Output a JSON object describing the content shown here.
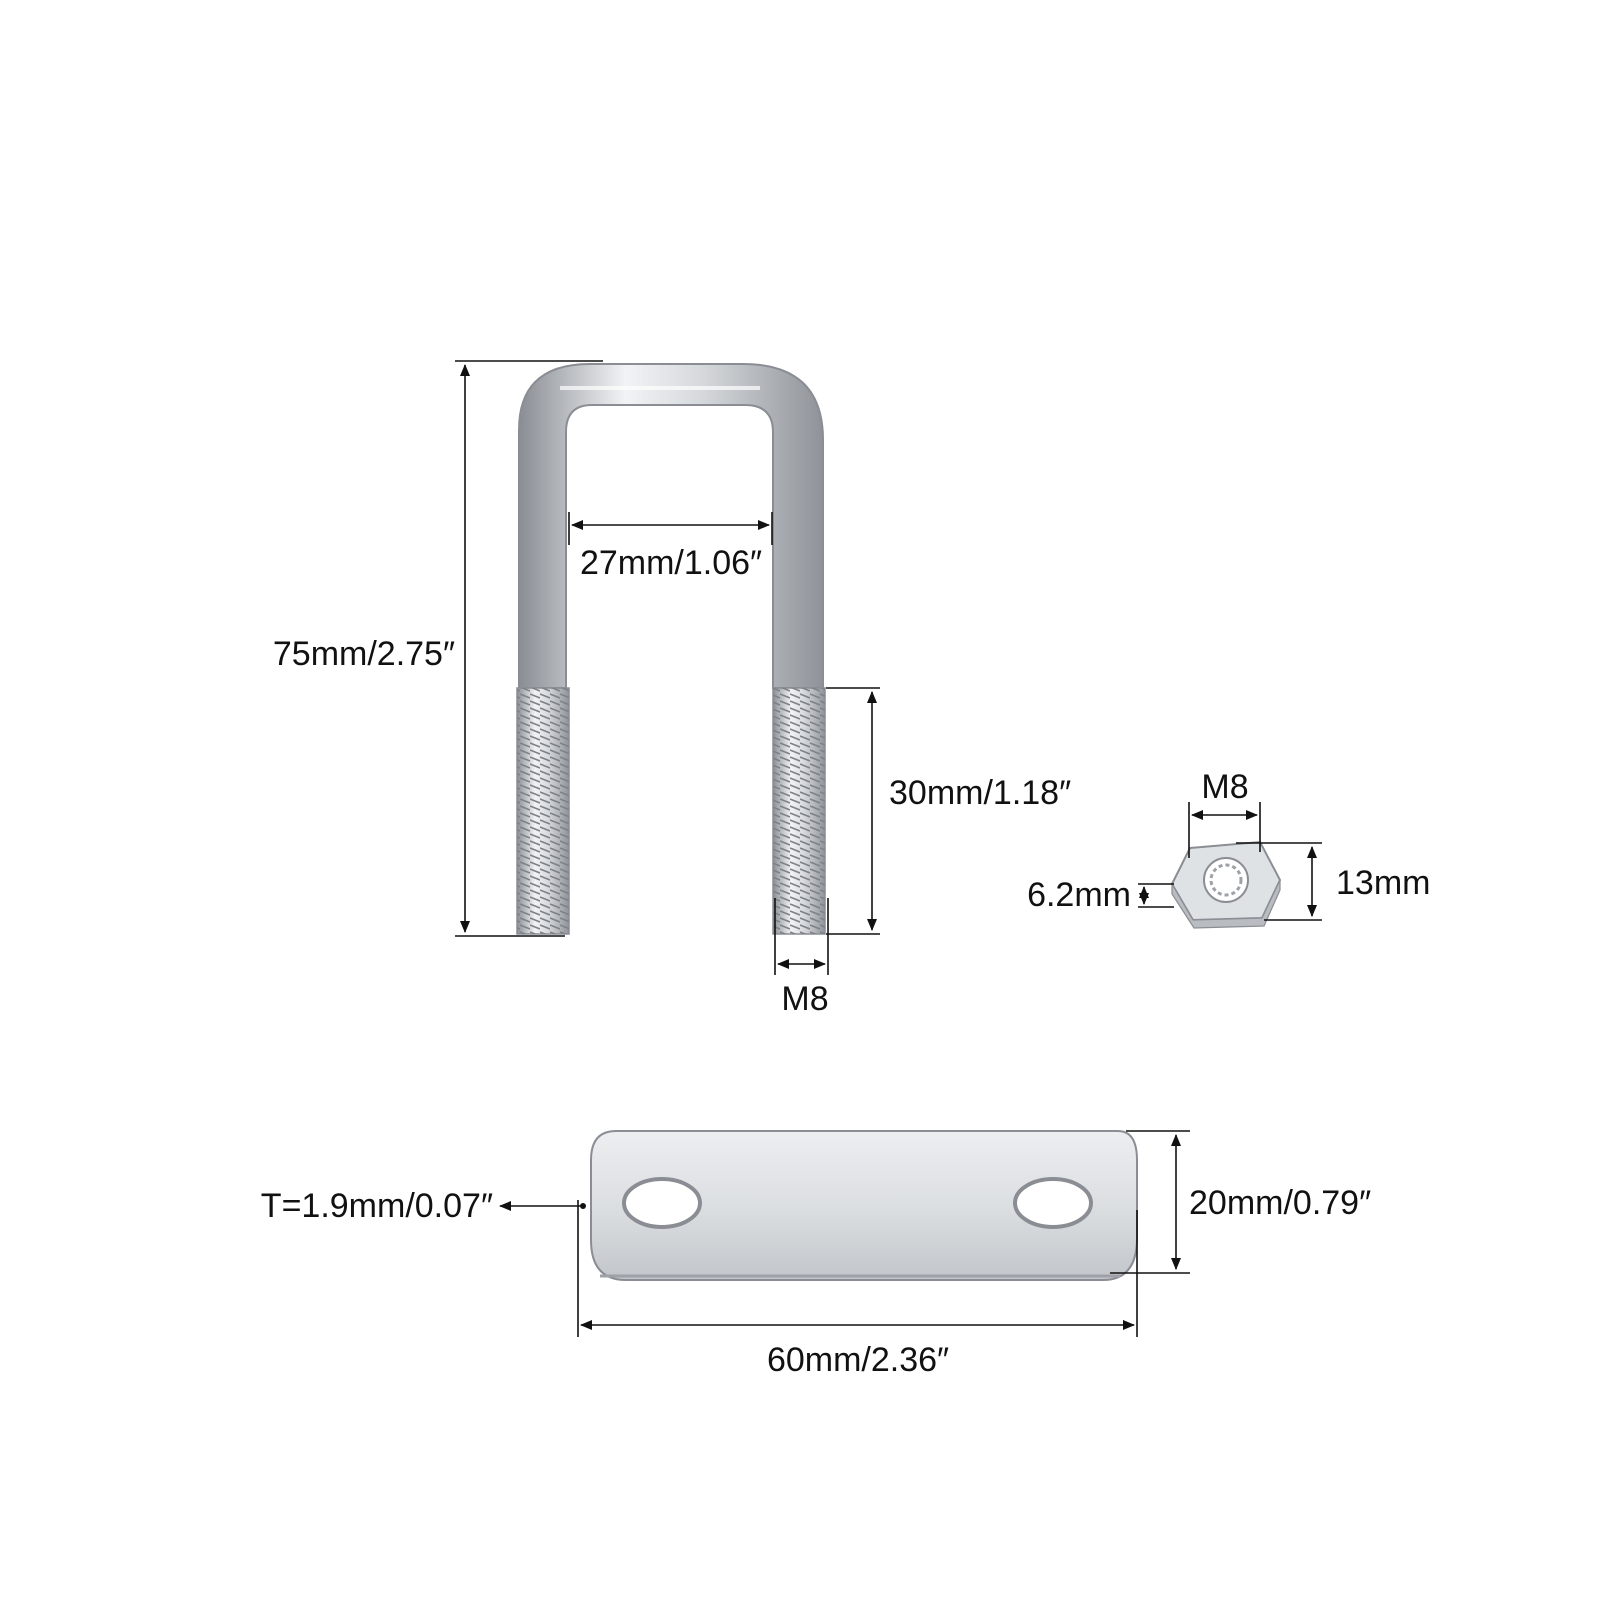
{
  "colors": {
    "background": "#ffffff",
    "dimension_line": "#111111",
    "metal_light": "#f2f3f5",
    "metal_mid": "#c7cace",
    "metal_dark": "#8a8e94"
  },
  "parts": {
    "u_bolt": {
      "name_icon": "u-bolt-icon",
      "height_label": "75mm/2.75″",
      "inner_width_label": "27mm/1.06″",
      "thread_length_label": "30mm/1.18″",
      "thread_size_label": "M8"
    },
    "nut": {
      "name_icon": "hex-nut-icon",
      "thread_label": "M8",
      "thickness_label": "6.2mm",
      "width_label": "13mm"
    },
    "plate": {
      "name_icon": "clamp-plate-icon",
      "thickness_label": "T=1.9mm/0.07″",
      "height_label": "20mm/0.79″",
      "length_label": "60mm/2.36″"
    }
  }
}
